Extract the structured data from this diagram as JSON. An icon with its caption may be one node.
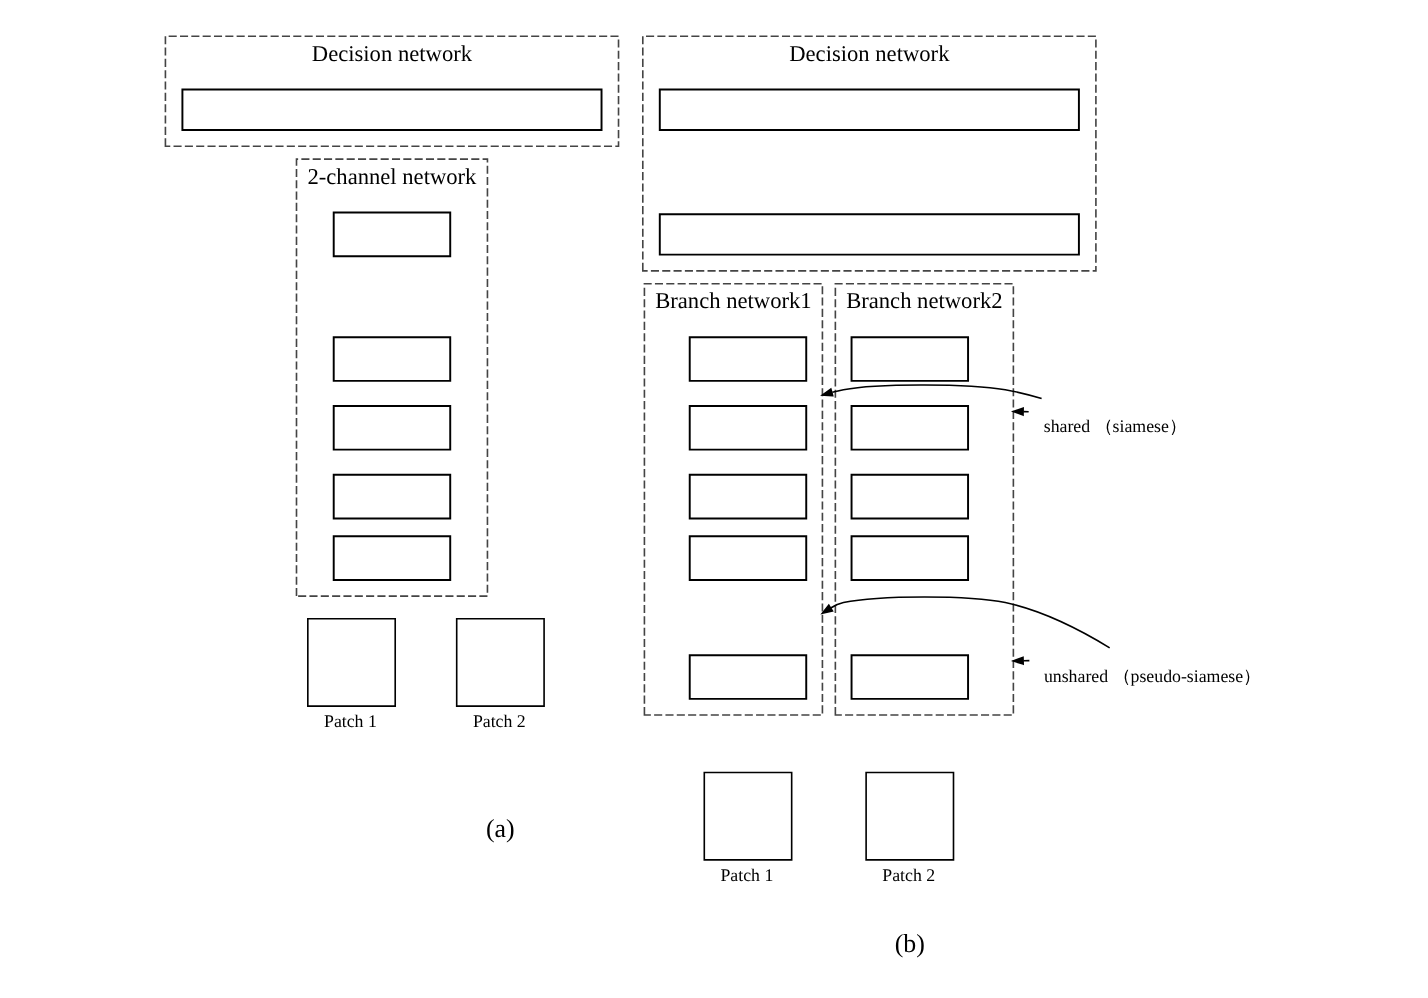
{
  "diagram": {
    "nodes": [
      {
        "text": [
          "Decision network"
        ]
      },
      {
        "text": [],
        "shape": "box",
        "in": 0
      },
      {
        "text": [
          "2-channel network"
        ]
      },
      {
        "text": [],
        "shape": "box",
        "in": 2
      },
      {
        "text": [],
        "shape": "box",
        "in": 2
      },
      {
        "text": [],
        "shape": "box",
        "in": 2
      },
      {
        "text": [],
        "shape": "box",
        "in": 2
      },
      {
        "text": [],
        "shape": "box",
        "in": 2
      },
      {
        "text": [],
        "shape": "box",
        "beside": [
          "Patch 1"
        ]
      },
      {
        "text": [],
        "shape": "box",
        "beside": [
          "Patch 2"
        ]
      },
      {
        "text": [
          "Decision network"
        ]
      },
      {
        "text": [],
        "shape": "box",
        "in": 10
      },
      {
        "text": [],
        "shape": "box",
        "in": 10
      },
      {
        "text": [
          "Branch network1"
        ]
      },
      {
        "text": [],
        "shape": "box",
        "in": 13
      },
      {
        "text": [],
        "shape": "box",
        "in": 13
      },
      {
        "text": [],
        "shape": "box",
        "in": 13
      },
      {
        "text": [],
        "shape": "box",
        "in": 13
      },
      {
        "text": [],
        "shape": "box",
        "in": 13
      },
      {
        "text": [
          "Branch network2"
        ]
      },
      {
        "text": [],
        "shape": "box",
        "in": 19
      },
      {
        "text": [],
        "shape": "box",
        "in": 19
      },
      {
        "text": [],
        "shape": "box",
        "in": 19
      },
      {
        "text": [],
        "shape": "box",
        "in": 19
      },
      {
        "text": [],
        "shape": "box",
        "in": 19
      },
      {
        "text": [],
        "shape": "box",
        "beside": [
          "Patch 1"
        ]
      },
      {
        "text": [],
        "shape": "box",
        "beside": [
          "Patch 2"
        ]
      },
      {
        "text": [
          "shared （siamese）"
        ]
      },
      {
        "text": [
          "unshared （pseudo-siamese）"
        ]
      }
    ],
    "edges": [
      {
        "from": 27,
        "to": 13,
        "arrow": "to"
      },
      {
        "from": 27,
        "to": 19,
        "arrow": "to"
      },
      {
        "from": 28,
        "to": 13,
        "arrow": "to"
      },
      {
        "from": 28,
        "to": 19,
        "arrow": "to"
      }
    ],
    "labels": [
      "(a)",
      "(b)"
    ]
  }
}
